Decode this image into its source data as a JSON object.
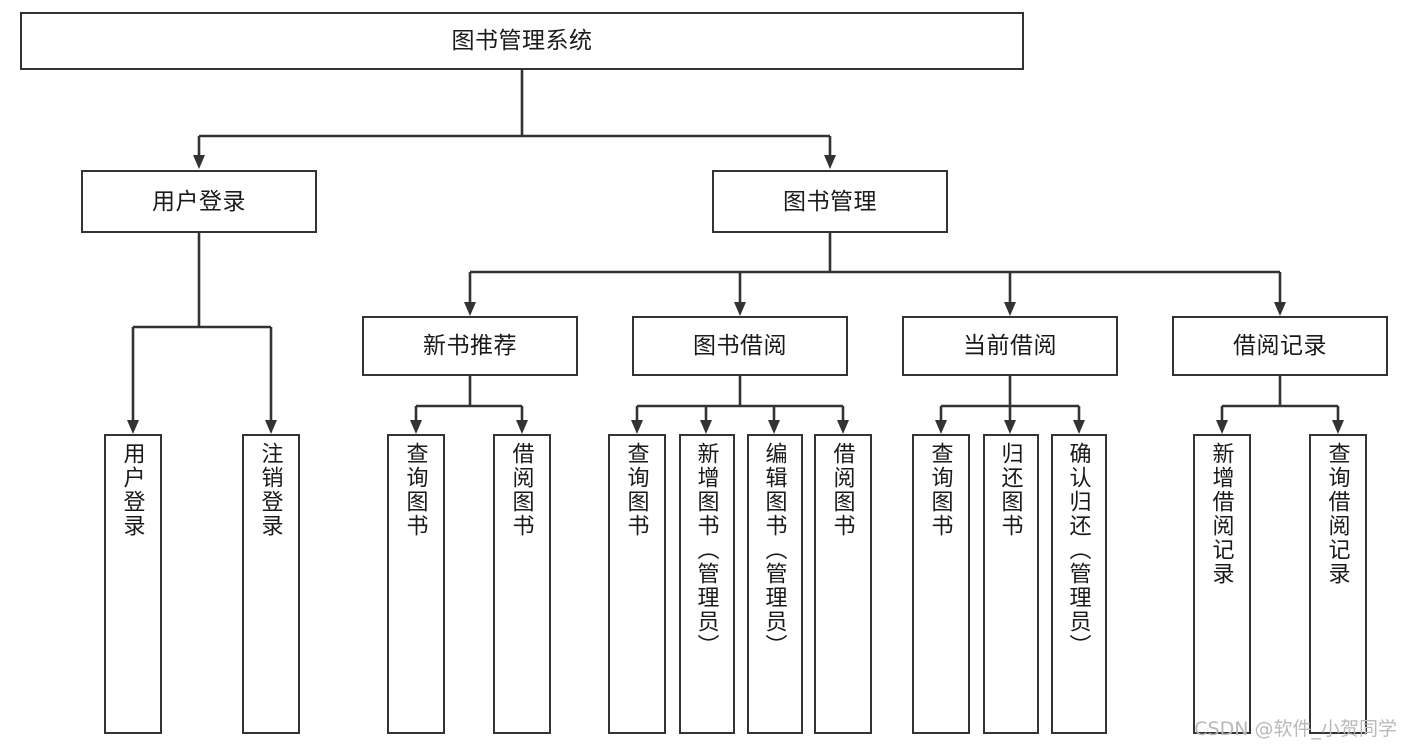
{
  "diagram": {
    "title": "图书管理系统",
    "type": "tree-hierarchy-diagram",
    "colors": {
      "box_border": "#333333",
      "box_fill": "#ffffff",
      "edge": "#333333",
      "text": "#1a1a1a",
      "watermark": "#b9b9b9",
      "background": "#ffffff"
    },
    "nodes": {
      "root": {
        "label": "图书管理系统"
      },
      "level2": [
        {
          "label": "用户登录"
        },
        {
          "label": "图书管理"
        }
      ],
      "level3": [
        {
          "label": "新书推荐"
        },
        {
          "label": "图书借阅"
        },
        {
          "label": "当前借阅"
        },
        {
          "label": "借阅记录"
        }
      ],
      "leaves_user_login": [
        {
          "label": "用户登录"
        },
        {
          "label": "注销登录"
        }
      ],
      "leaves_new_book": [
        {
          "label": "查询图书"
        },
        {
          "label": "借阅图书"
        }
      ],
      "leaves_borrow": [
        {
          "label": "查询图书"
        },
        {
          "label": "新增图书（管理员）"
        },
        {
          "label": "编辑图书（管理员）"
        },
        {
          "label": "借阅图书"
        }
      ],
      "leaves_current": [
        {
          "label": "查询图书"
        },
        {
          "label": "归还图书"
        },
        {
          "label": "确认归还（管理员）"
        }
      ],
      "leaves_record": [
        {
          "label": "新增借阅记录"
        },
        {
          "label": "查询借阅记录"
        }
      ]
    },
    "watermark": "CSDN @软件_小贺同学"
  }
}
